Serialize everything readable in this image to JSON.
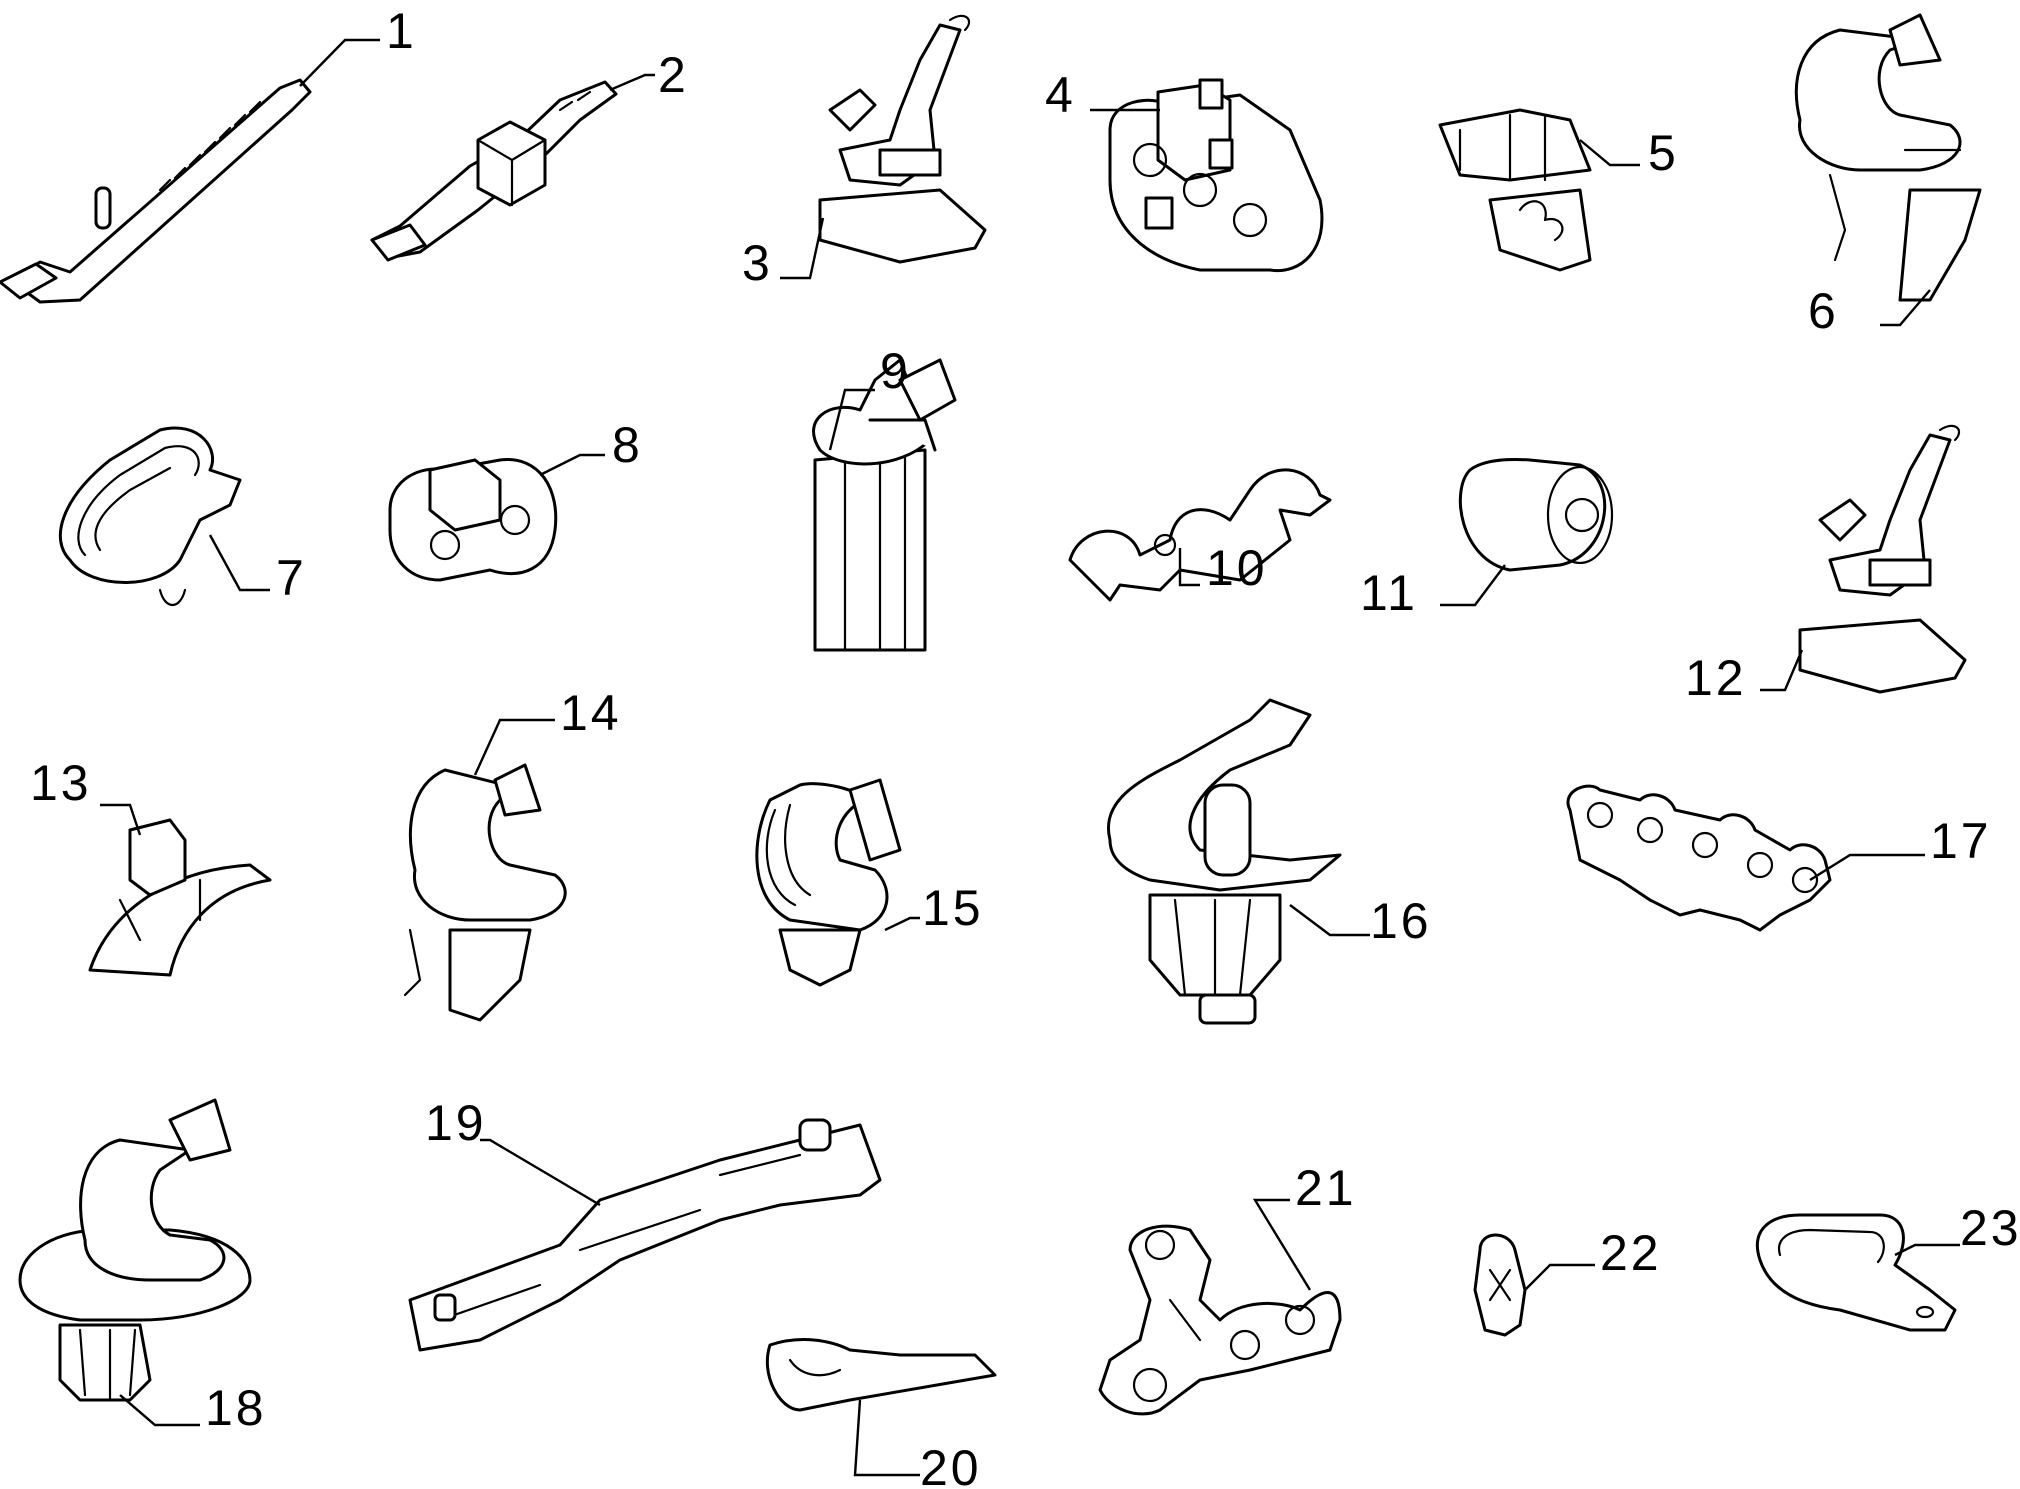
{
  "callouts": [
    {
      "id": "1",
      "label": "1"
    },
    {
      "id": "2",
      "label": "2"
    },
    {
      "id": "3",
      "label": "3"
    },
    {
      "id": "4",
      "label": "4"
    },
    {
      "id": "5",
      "label": "5"
    },
    {
      "id": "6",
      "label": "6"
    },
    {
      "id": "7",
      "label": "7"
    },
    {
      "id": "8",
      "label": "8"
    },
    {
      "id": "9",
      "label": "9"
    },
    {
      "id": "10",
      "label": "10"
    },
    {
      "id": "11",
      "label": "11"
    },
    {
      "id": "12",
      "label": "12"
    },
    {
      "id": "13",
      "label": "13"
    },
    {
      "id": "14",
      "label": "14"
    },
    {
      "id": "15",
      "label": "15"
    },
    {
      "id": "16",
      "label": "16"
    },
    {
      "id": "17",
      "label": "17"
    },
    {
      "id": "18",
      "label": "18"
    },
    {
      "id": "19",
      "label": "19"
    },
    {
      "id": "20",
      "label": "20"
    },
    {
      "id": "21",
      "label": "21"
    },
    {
      "id": "22",
      "label": "22"
    },
    {
      "id": "23",
      "label": "23"
    }
  ],
  "colors": {
    "line": "#000000",
    "background": "#ffffff"
  }
}
